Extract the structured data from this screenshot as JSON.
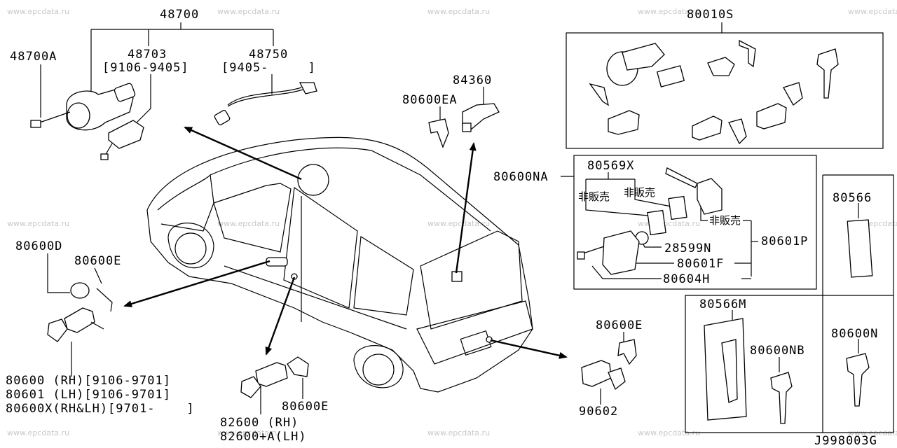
{
  "watermark": "www.epcdata.ru",
  "diagram_code": "J998003G",
  "labels": {
    "p48700": "48700",
    "p48700A": "48700A",
    "p48703": "48703",
    "p48703_range": "[9106-9405]",
    "p48750": "48750",
    "p48750_range": "[9405-     ]",
    "p80600D": "80600D",
    "p80600E_left": "80600E",
    "p80600_rh": "80600 (RH)[9106-9701]",
    "p80601_lh": "80601 (LH)[9106-9701]",
    "p80600X": "80600X(RH&LH)[9701-    ]",
    "p82600_rh": "82600 (RH)",
    "p82600A_lh": "82600+A(LH)",
    "p80600E_bottom": "80600E",
    "p84360": "84360",
    "p80600EA": "80600EA",
    "p80010S": "80010S",
    "p80600NA": "80600NA",
    "p80569X": "80569X",
    "hibaihin_1": "非販売",
    "hibaihin_2": "非販売",
    "hibaihin_3": "非販売",
    "p28599N": "28599N",
    "p80601F": "80601F",
    "p80604H": "80604H",
    "p80601P": "80601P",
    "p80566": "80566",
    "p80566M": "80566M",
    "p80600NB": "80600NB",
    "p80600N": "80600N",
    "p80600E_right": "80600E",
    "p90602": "90602"
  }
}
